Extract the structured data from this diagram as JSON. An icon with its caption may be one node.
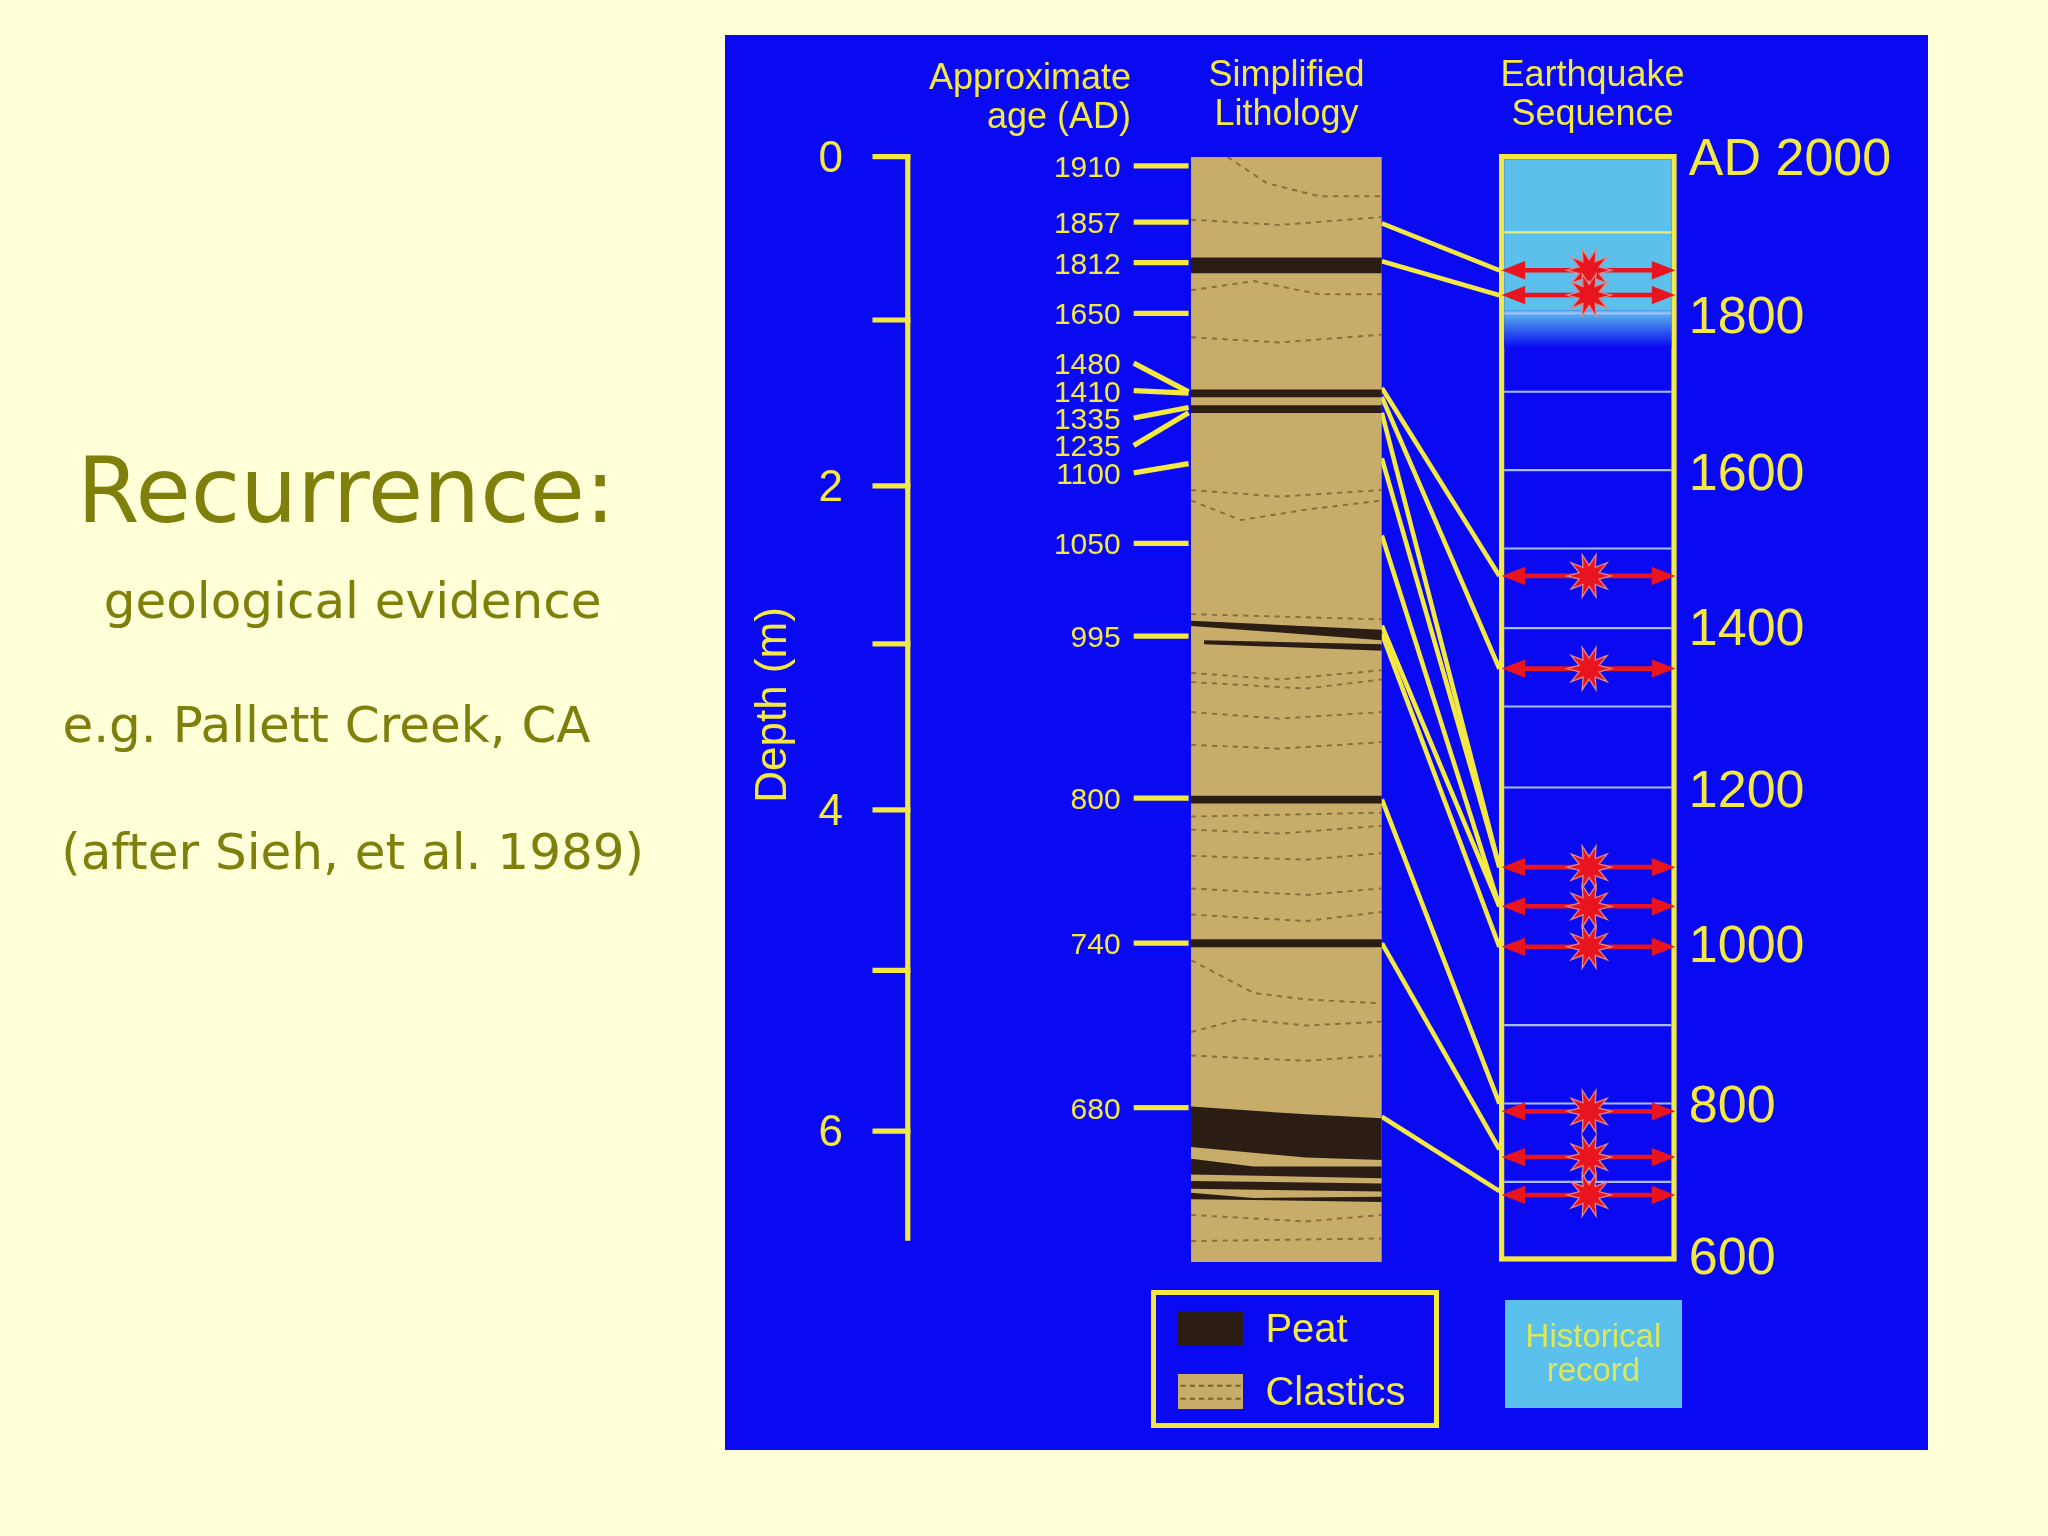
{
  "diagram": {
    "title": "Recurrence:",
    "nodes": [
      {
        "text": [
          "Simplified Lithology"
        ]
      },
      {
        "text": [
          "Earthquake Sequence"
        ]
      }
    ],
    "edges": [
      {
        "from": 0,
        "to": 1,
        "arrow": "none"
      },
      {
        "from": 0,
        "to": 1,
        "arrow": "none"
      },
      {
        "from": 0,
        "to": 1,
        "arrow": "none"
      },
      {
        "from": 0,
        "to": 1,
        "arrow": "none"
      },
      {
        "from": 0,
        "to": 1,
        "arrow": "none"
      },
      {
        "from": 0,
        "to": 1,
        "arrow": "none"
      },
      {
        "from": 0,
        "to": 1,
        "arrow": "none"
      },
      {
        "from": 0,
        "to": 1,
        "arrow": "none"
      },
      {
        "from": 0,
        "to": 1,
        "arrow": "none"
      },
      {
        "from": 0,
        "to": 1,
        "arrow": "none"
      },
      {
        "from": 0,
        "to": 1,
        "arrow": "none"
      },
      {
        "from": 0,
        "to": 1,
        "arrow": "none"
      }
    ],
    "labels": [
      "geological evidence",
      "e.g. Pallett Creek, CA",
      "(after Sieh, et al. 1989)",
      "Approximate age (AD)",
      "Depth (m)",
      "0",
      "2",
      "4",
      "6",
      "1910",
      "1857",
      "1812",
      "1650",
      "1480",
      "1410",
      "1335",
      "1235",
      "1100",
      "1050",
      "995",
      "800",
      "740",
      "680",
      "AD 2000",
      "1800",
      "1600",
      "1400",
      "1200",
      "1000",
      "800",
      "600"
    ],
    "legend": [
      {
        "text": "Peat",
        "color": "#2b1d14"
      },
      {
        "text": "Clastics",
        "color": "#c8ad6a"
      },
      {
        "text": "Historical record",
        "color": "#5bc0eb"
      }
    ]
  }
}
